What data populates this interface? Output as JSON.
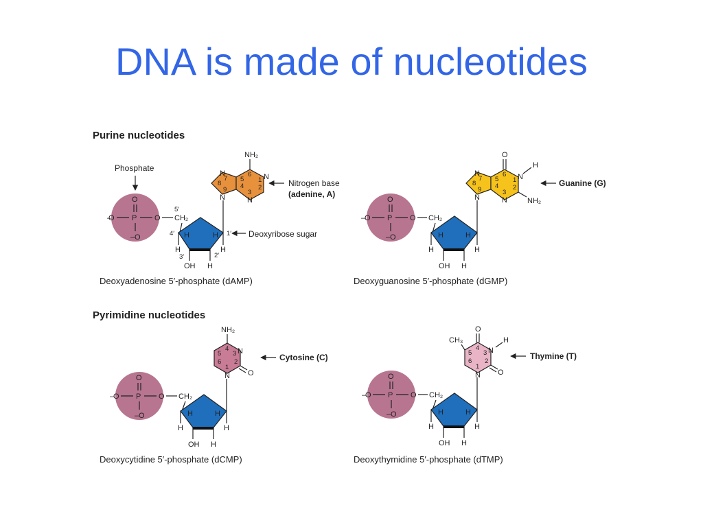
{
  "title": "DNA is made of nucleotides",
  "sections": {
    "purine": "Purine nucleotides",
    "pyrimidine": "Pyrimidine nucleotides"
  },
  "annotations": {
    "phosphate": "Phosphate",
    "nitrogen_base_1": "Nitrogen base",
    "nitrogen_base_2": "(adenine, A)",
    "sugar": "Deoxyribose sugar",
    "guanine": "Guanine (G)",
    "cytosine": "Cytosine (C)",
    "thymine": "Thymine (T)"
  },
  "captions": {
    "damp": "Deoxyadenosine 5′-phosphate (dAMP)",
    "dgmp": "Deoxyguanosine 5′-phosphate (dGMP)",
    "dcmp": "Deoxycytidine 5′-phosphate (dCMP)",
    "dtmp": "Deoxythymidine 5′-phosphate (dTMP)"
  },
  "atoms": {
    "O": "O",
    "P": "P",
    "N": "N",
    "H": "H",
    "NH2": "NH₂",
    "CH2": "CH₂",
    "CH3": "CH₃",
    "OH": "OH",
    "minus": "–"
  },
  "sugar_positions": [
    "5′",
    "4′",
    "3′",
    "2′",
    "1′"
  ],
  "colors": {
    "title": "#3366e6",
    "phosphate": "#b77590",
    "sugar": "#1f6fbd",
    "adenine": "#e8913c",
    "guanine": "#f6c21c",
    "cytosine": "#c97c95",
    "thymine": "#e9b5c6"
  }
}
